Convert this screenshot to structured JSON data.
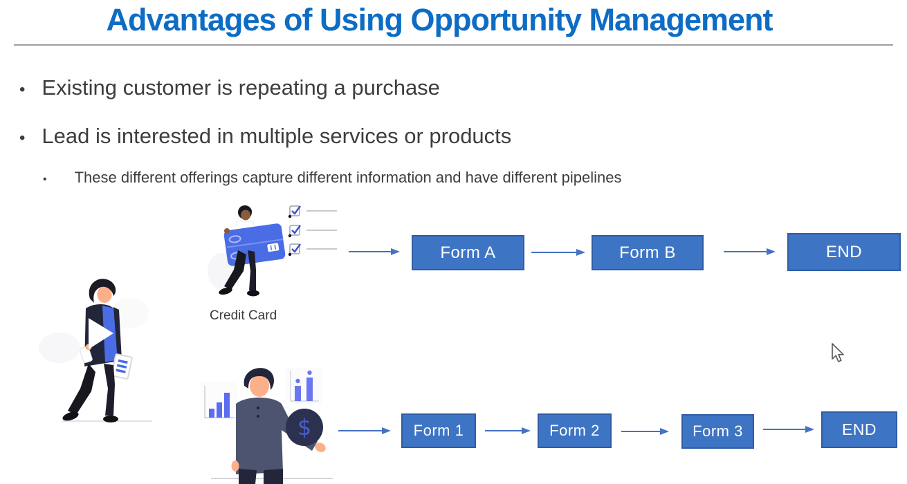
{
  "slide": {
    "title": "Advantages of Using Opportunity Management",
    "bullet_char": "•",
    "bullets": [
      "Existing customer is repeating a purchase",
      "Lead is interested in multiple services or products"
    ],
    "sub_bullet": "These different offerings capture different information and have different pipelines"
  },
  "diagram": {
    "credit_card_label": "Credit Card",
    "top_flow_nodes": [
      "Form A",
      "Form B",
      "END"
    ],
    "bottom_flow_nodes": [
      "Form 1",
      "Form 2",
      "Form 3",
      "END"
    ],
    "icons": {
      "play": "play-icon",
      "checklist": "checklist-icon",
      "credit_card": "credit-card-icon",
      "bar_chart": "bar-chart-icon",
      "lollipop_chart": "lollipop-chart-icon",
      "dollar_coin": "dollar-coin-icon",
      "dollar_symbol": "$"
    }
  },
  "colors": {
    "title_blue": "#0d6cc4",
    "node_fill": "#3e74c4",
    "node_border": "#2f5da5",
    "node_text": "#ffffff",
    "arrow_blue": "#4472c4",
    "body_text": "#3d3d3d",
    "illustration_blue": "#4a6de5"
  }
}
